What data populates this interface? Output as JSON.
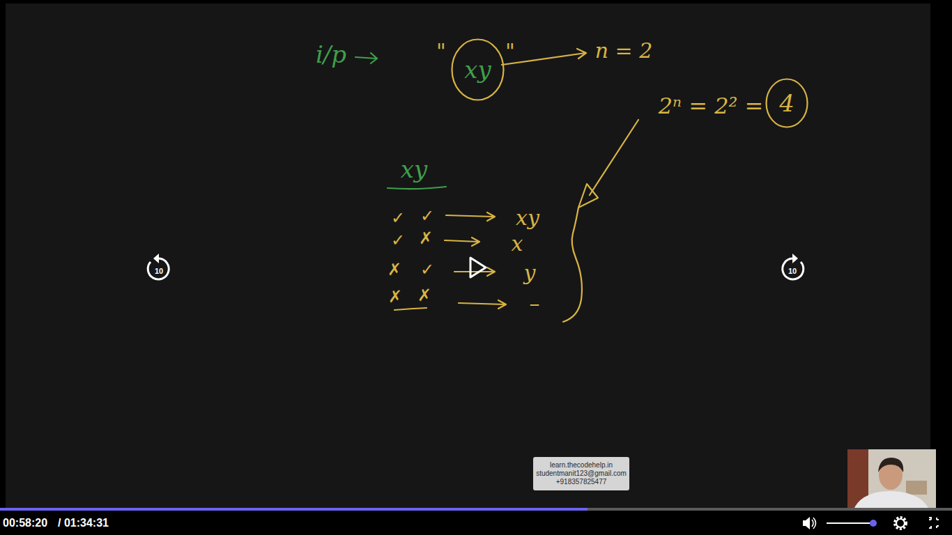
{
  "diagram": {
    "nodes": [
      {
        "text": [
          "xy"
        ]
      },
      {
        "text": [
          "4"
        ]
      },
      {
        "text": [
          "learn.thecodehelp.in",
          "studentmanit123@gmail.com",
          "+918357825477"
        ]
      }
    ],
    "labels": [
      "i/p",
      "\"",
      "\"",
      "n = 2",
      "2ⁿ = 2² =",
      "xy",
      "✓",
      "✓",
      "xy",
      "✓",
      "✗",
      "x",
      "✗",
      "✓",
      "y",
      "✗",
      "✗",
      "–",
      "10",
      "10",
      "00:58:20",
      "/ 01:34:31"
    ]
  }
}
